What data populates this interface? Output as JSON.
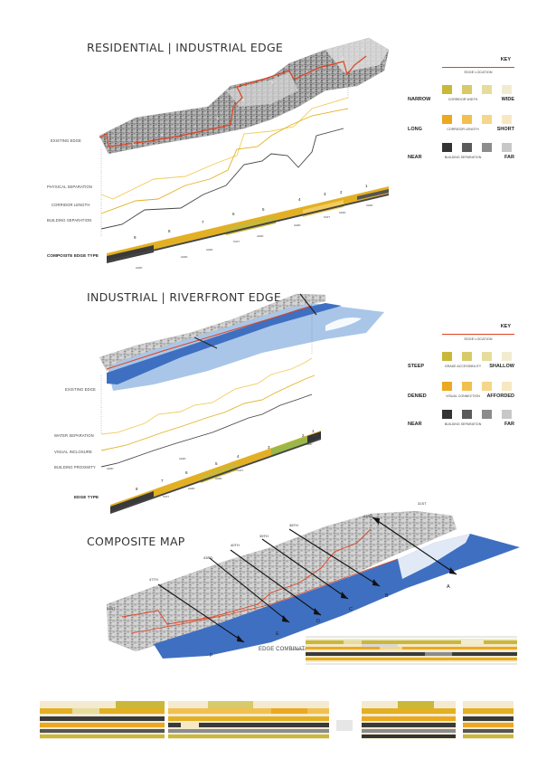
{
  "sections": {
    "residential": {
      "title": "RESIDENTIAL | INDUSTRIAL EDGE",
      "labels": {
        "existing_edge": "EXISTING EDGE",
        "physical_separation": "PHYSICAL SEPARATION",
        "corridor_length": "CORRIDOR LENGTH",
        "building_separation": "BUILDING SEPARATION",
        "composite": "COMPOSITE EDGE TYPE"
      },
      "segments": [
        "1",
        "2",
        "3",
        "4",
        "5",
        "6",
        "7",
        "8",
        "9"
      ],
      "tags": [
        "SOFT",
        "HARD",
        "HARD",
        "SOFT",
        "HARD",
        "HARD",
        "SOFT",
        "HARD",
        "HARD"
      ]
    },
    "industrial": {
      "title": "INDUSTRIAL | RIVERFRONT EDGE",
      "labels": {
        "existing_edge": "EXISTING EDGE",
        "water_separation": "WATER SEPARATION",
        "visual_inclosure": "VISUAL INCLOSURE",
        "building_proximity": "BUILDING PROXIMITY",
        "edge_type": "EDGE TYPE"
      },
      "segments": [
        "1",
        "2",
        "3",
        "4",
        "5",
        "6",
        "7",
        "8"
      ],
      "tags": [
        "HARD",
        "HARD",
        "SOFT",
        "HARD",
        "SOFT",
        "HARD",
        "SOFT",
        "HARD"
      ]
    },
    "composite": {
      "title": "COMPOSITE MAP",
      "streets": [
        "33RD",
        "31ST",
        "36TH",
        "39TH",
        "40TH",
        "43RD",
        "47TH",
        "51ST"
      ],
      "letters": [
        "A",
        "B",
        "C",
        "D",
        "E",
        "F"
      ],
      "edge_combination": "EDGE COMBINATION"
    }
  },
  "key1": {
    "title": "KEY",
    "edge_location": "EDGE LOCATION",
    "rows": [
      {
        "left": "NARROW",
        "mid": "CORRIDOR WIDTH",
        "right": "WIDE",
        "colors": [
          "#c9b83a",
          "#d8ca6a",
          "#e6dc9e",
          "#f1ecd0"
        ]
      },
      {
        "left": "LONG",
        "mid": "CORRIDOR LENGTH",
        "right": "SHORT",
        "colors": [
          "#eba820",
          "#f1c050",
          "#f5d68a",
          "#f8e8c2"
        ]
      },
      {
        "left": "NEAR",
        "mid": "BUILDING SEPARATION",
        "right": "FAR",
        "colors": [
          "#333333",
          "#5a5a5a",
          "#8c8c8c",
          "#c8c8c8"
        ]
      }
    ]
  },
  "key2": {
    "title": "KEY",
    "edge_location": "EDGE LOCATION",
    "rows": [
      {
        "left": "STEEP",
        "mid": "GRADE ACCESSIBILITY",
        "right": "SHALLOW",
        "colors": [
          "#c9b83a",
          "#d8ca6a",
          "#e6dc9e",
          "#f1ecd0"
        ]
      },
      {
        "left": "DENIED",
        "mid": "VISUAL CONNECTION",
        "right": "AFFORDED",
        "colors": [
          "#eba820",
          "#f1c050",
          "#f5d68a",
          "#f8e8c2"
        ]
      },
      {
        "left": "NEAR",
        "mid": "BUILDING SEPARATION",
        "right": "FAR",
        "colors": [
          "#333333",
          "#5a5a5a",
          "#8c8c8c",
          "#c8c8c8"
        ]
      }
    ]
  },
  "colors": {
    "edge_red": "#e0421f",
    "water_blue": "#3f6fc1",
    "water_light": "#a9c6e8",
    "building_gray": "#8a8a8a",
    "gold": "#e3b024",
    "olive": "#c9b83a"
  }
}
